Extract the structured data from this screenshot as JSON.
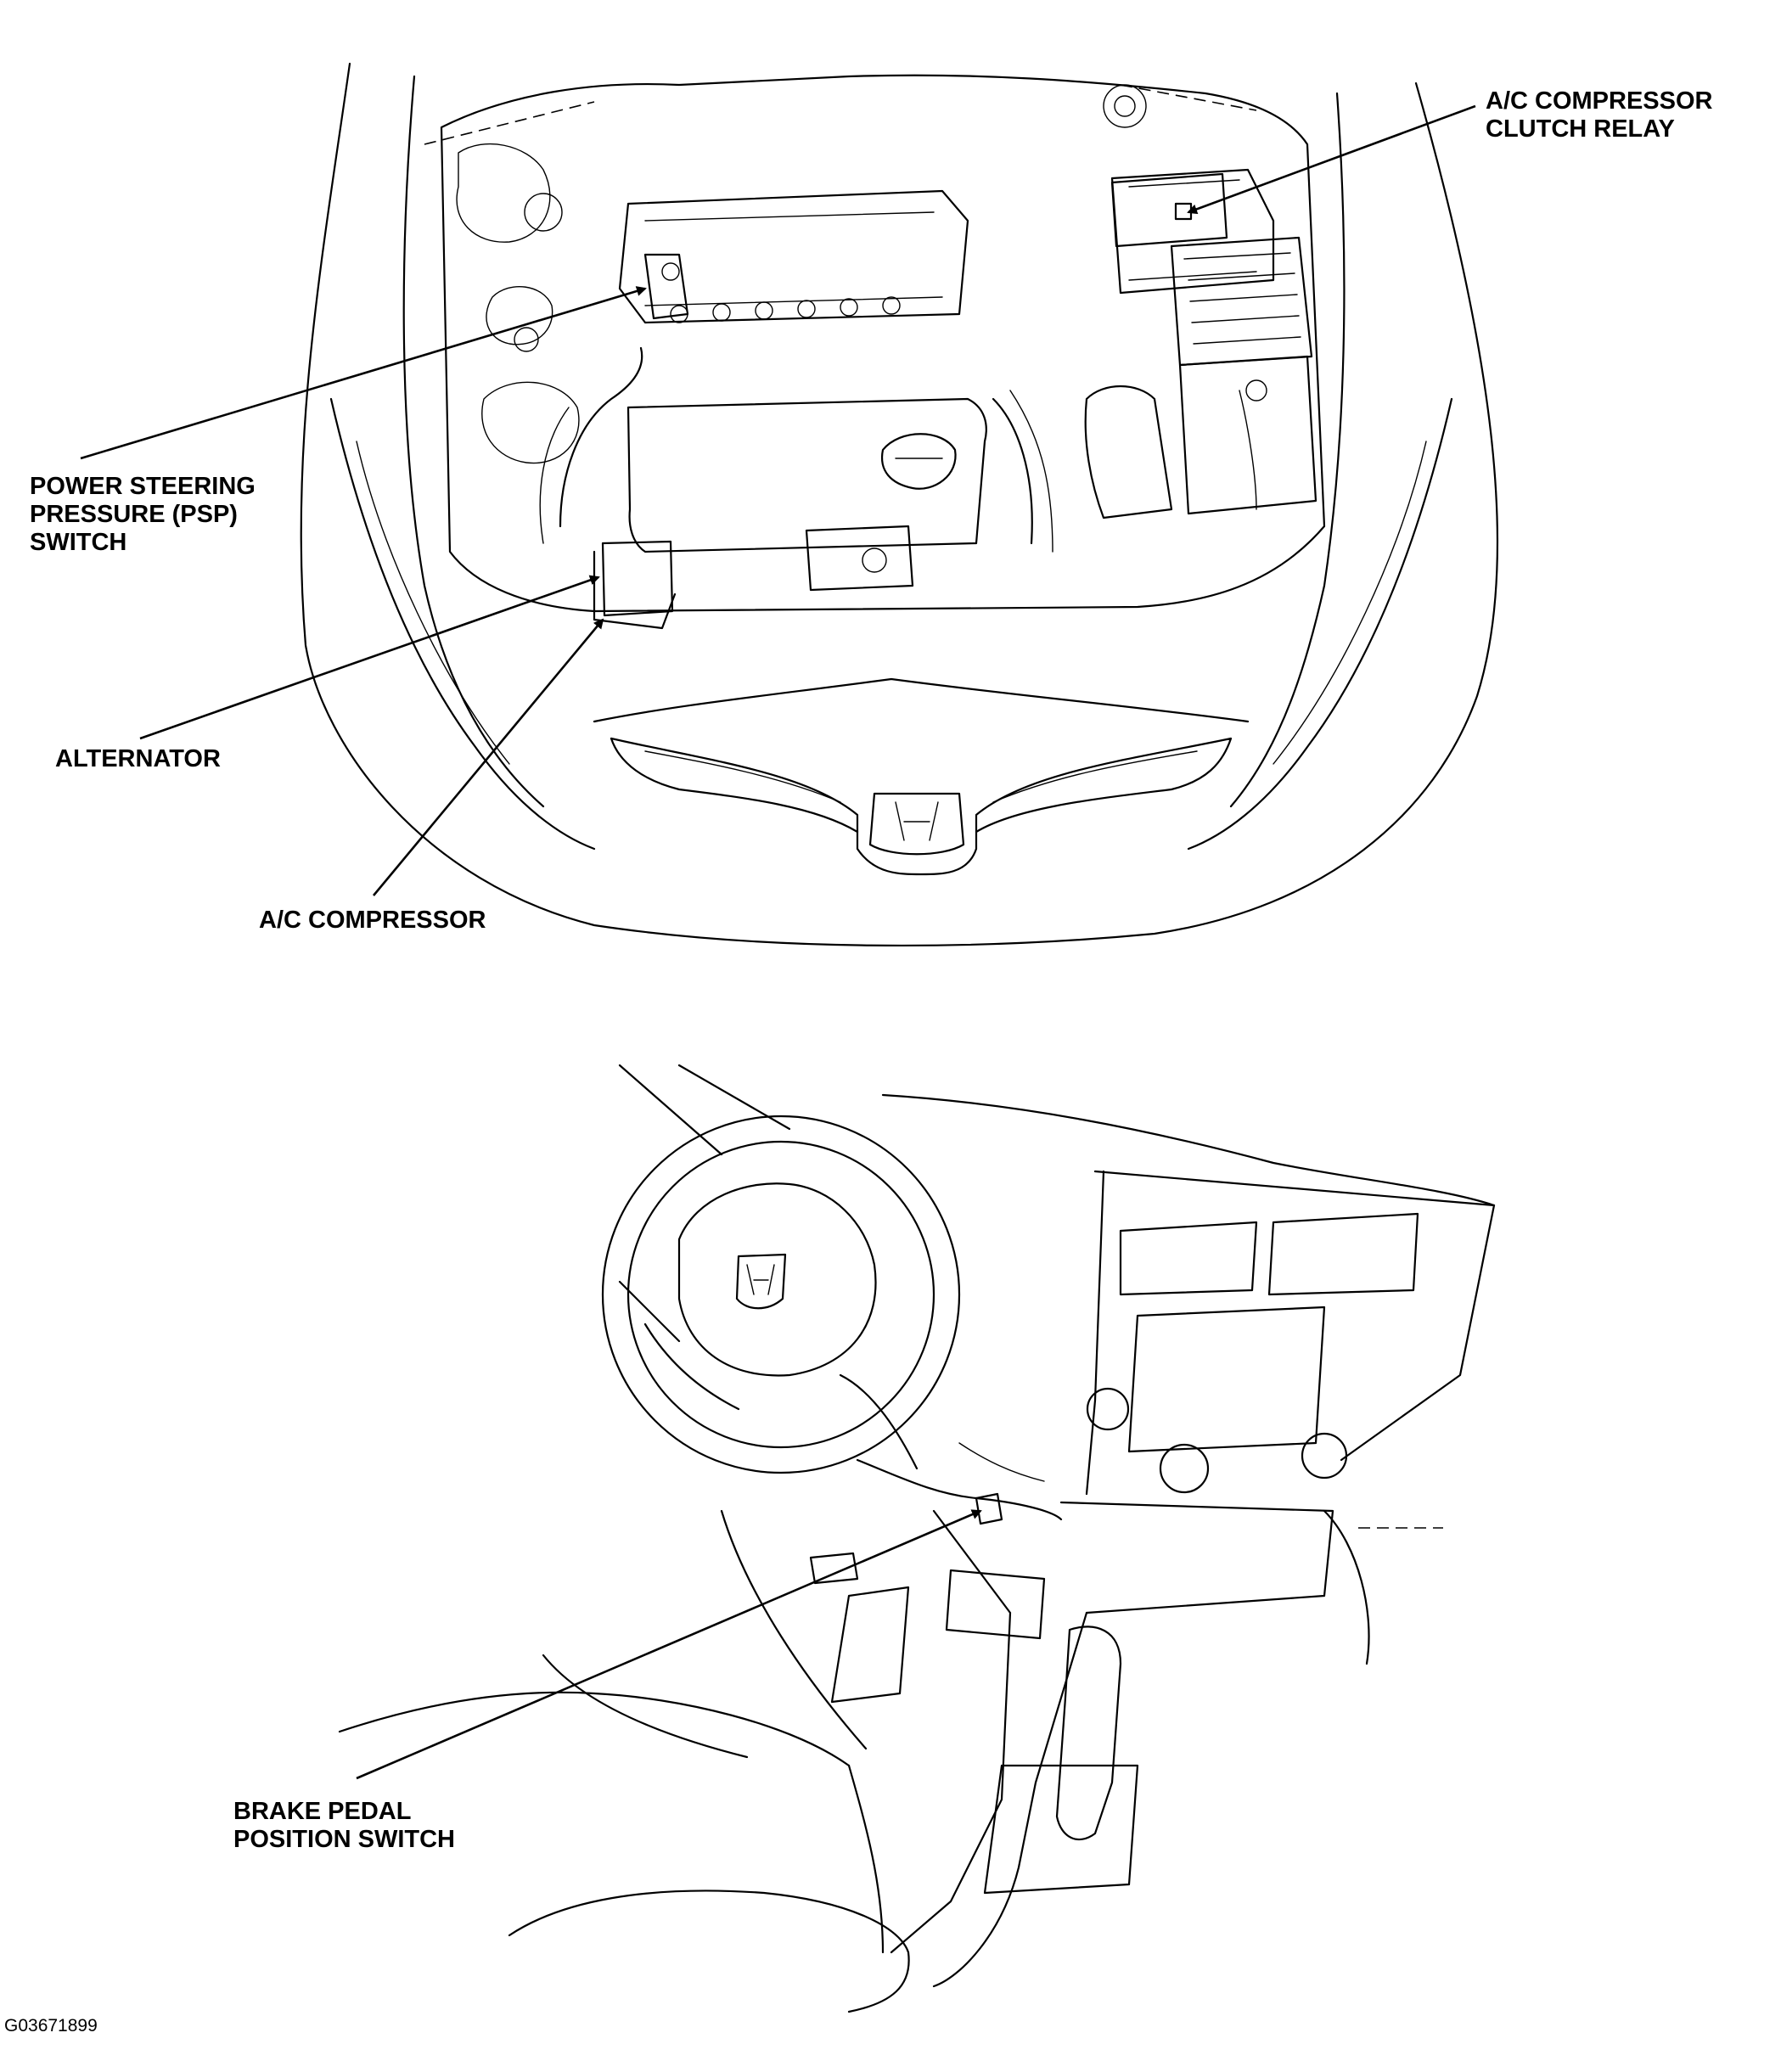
{
  "figure_id": "G03671899",
  "callouts": {
    "ac_clutch_relay": "A/C COMPRESSOR\nCLUTCH RELAY",
    "psp_switch": "POWER STEERING\nPRESSURE (PSP)\nSWITCH",
    "alternator": "ALTERNATOR",
    "ac_compressor": "A/C COMPRESSOR",
    "brake_switch": "BRAKE PEDAL\nPOSITION SWITCH"
  }
}
